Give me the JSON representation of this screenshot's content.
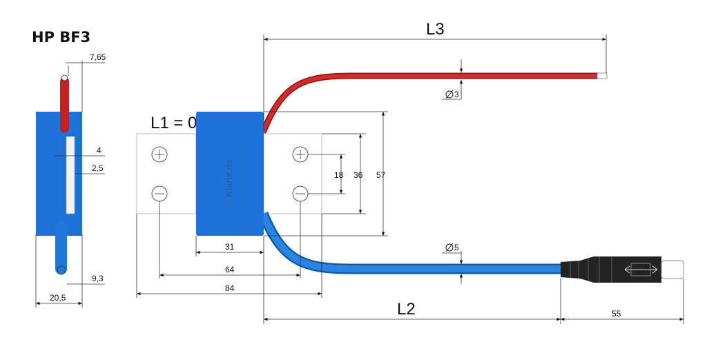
{
  "title": "HP BF3",
  "brand": "Klarix.de",
  "labels": {
    "l1": "L1 = 0",
    "l2": "L2",
    "l3": "L3",
    "d_red": "3",
    "d_blue": "5",
    "d_7_65": "7,65",
    "d_4": "4",
    "d_2_5": "2,5",
    "d_9_3": "9,3",
    "d_20_5": "20,5",
    "d_18": "18",
    "d_36": "36",
    "d_57": "57",
    "d_31": "31",
    "d_64": "64",
    "d_84": "84",
    "d_55": "55"
  },
  "colors": {
    "blue_body": "#1c72d6",
    "red_wire": "#c81f1f",
    "blue_wire": "#1f78d8",
    "connector": "#222222",
    "brand_text": "#2a5ea8"
  },
  "symbols": {
    "diameter": "diameter-icon"
  }
}
